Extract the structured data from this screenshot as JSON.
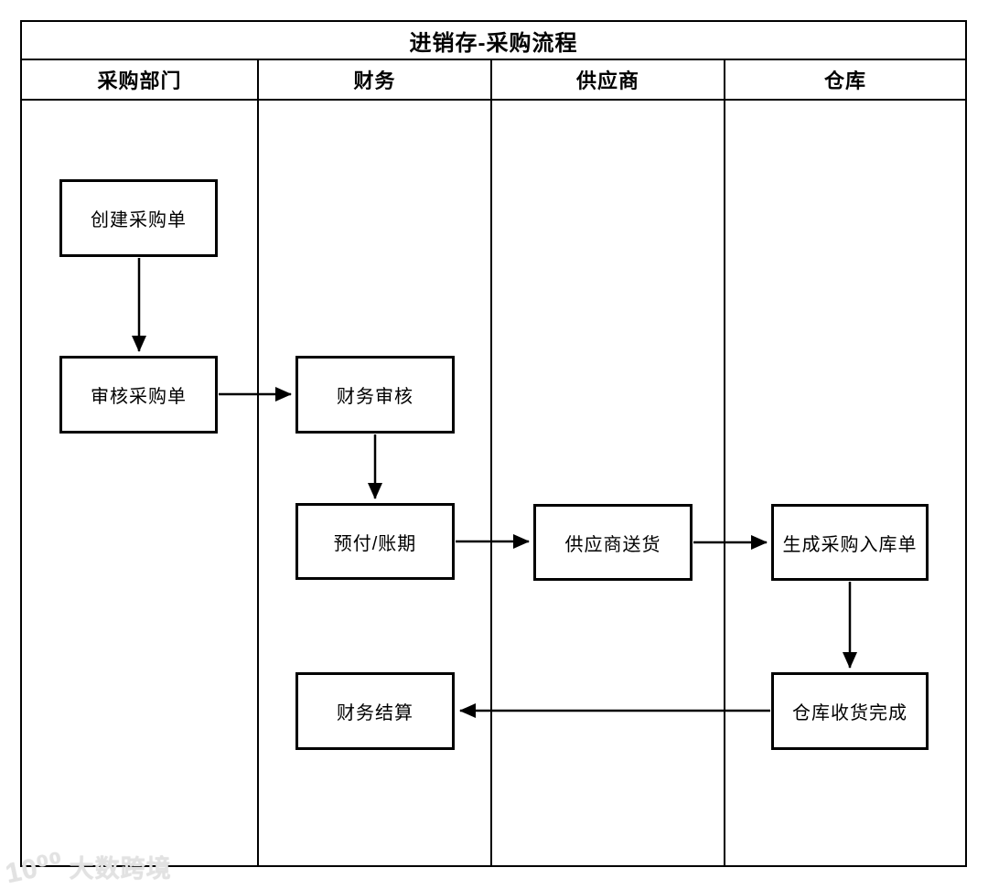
{
  "diagram": {
    "title": "进销存-采购流程",
    "lanes": [
      {
        "id": "purchasing",
        "label": "采购部门"
      },
      {
        "id": "finance",
        "label": "财务"
      },
      {
        "id": "supplier",
        "label": "供应商"
      },
      {
        "id": "warehouse",
        "label": "仓库"
      }
    ],
    "nodes": [
      {
        "id": "create-po",
        "label": "创建采购单",
        "lane": "采购部门"
      },
      {
        "id": "review-po",
        "label": "审核采购单",
        "lane": "采购部门"
      },
      {
        "id": "finance-review",
        "label": "财务审核",
        "lane": "财务"
      },
      {
        "id": "prepay-terms",
        "label": "预付/账期",
        "lane": "财务"
      },
      {
        "id": "supplier-delivery",
        "label": "供应商送货",
        "lane": "供应商"
      },
      {
        "id": "generate-inbound",
        "label": "生成采购入库单",
        "lane": "仓库"
      },
      {
        "id": "warehouse-done",
        "label": "仓库收货完成",
        "lane": "仓库"
      },
      {
        "id": "finance-settle",
        "label": "财务结算",
        "lane": "财务"
      }
    ],
    "edges": [
      {
        "from": "create-po",
        "to": "review-po",
        "direction": "down"
      },
      {
        "from": "review-po",
        "to": "finance-review",
        "direction": "right"
      },
      {
        "from": "finance-review",
        "to": "prepay-terms",
        "direction": "down"
      },
      {
        "from": "prepay-terms",
        "to": "supplier-delivery",
        "direction": "right"
      },
      {
        "from": "supplier-delivery",
        "to": "generate-inbound",
        "direction": "right"
      },
      {
        "from": "generate-inbound",
        "to": "warehouse-done",
        "direction": "down"
      },
      {
        "from": "warehouse-done",
        "to": "finance-settle",
        "direction": "left"
      }
    ]
  },
  "watermark": {
    "logo": "10⁰⁰",
    "text": "大数跨境"
  },
  "colors": {
    "line": "#000000",
    "background": "#ffffff",
    "watermark": "#e2e2e2"
  }
}
